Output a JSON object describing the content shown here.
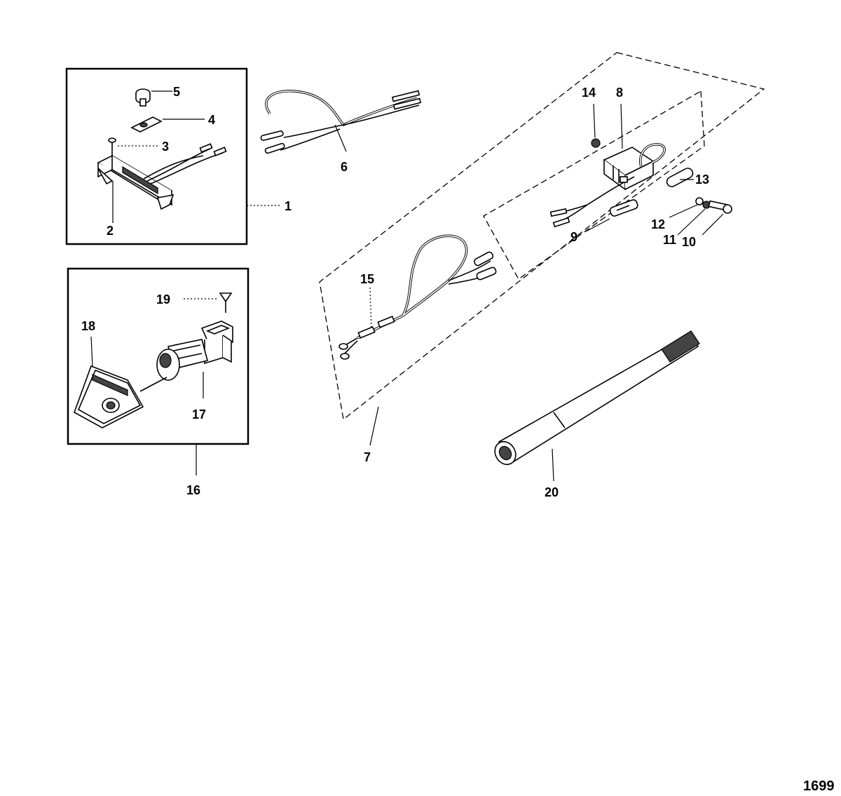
{
  "figure_number": "1699",
  "callouts": [
    {
      "id": "c1",
      "text": "1"
    },
    {
      "id": "c2",
      "text": "2"
    },
    {
      "id": "c3",
      "text": "3"
    },
    {
      "id": "c4",
      "text": "4"
    },
    {
      "id": "c5",
      "text": "5"
    },
    {
      "id": "c6",
      "text": "6"
    },
    {
      "id": "c7",
      "text": "7"
    },
    {
      "id": "c8",
      "text": "8"
    },
    {
      "id": "c9",
      "text": "9"
    },
    {
      "id": "c10",
      "text": "10"
    },
    {
      "id": "c11",
      "text": "11"
    },
    {
      "id": "c12",
      "text": "12"
    },
    {
      "id": "c13",
      "text": "13"
    },
    {
      "id": "c14",
      "text": "14"
    },
    {
      "id": "c15",
      "text": "15"
    },
    {
      "id": "c16",
      "text": "16"
    },
    {
      "id": "c17",
      "text": "17"
    },
    {
      "id": "c18",
      "text": "18"
    },
    {
      "id": "c19",
      "text": "19"
    },
    {
      "id": "c20",
      "text": "20"
    }
  ]
}
